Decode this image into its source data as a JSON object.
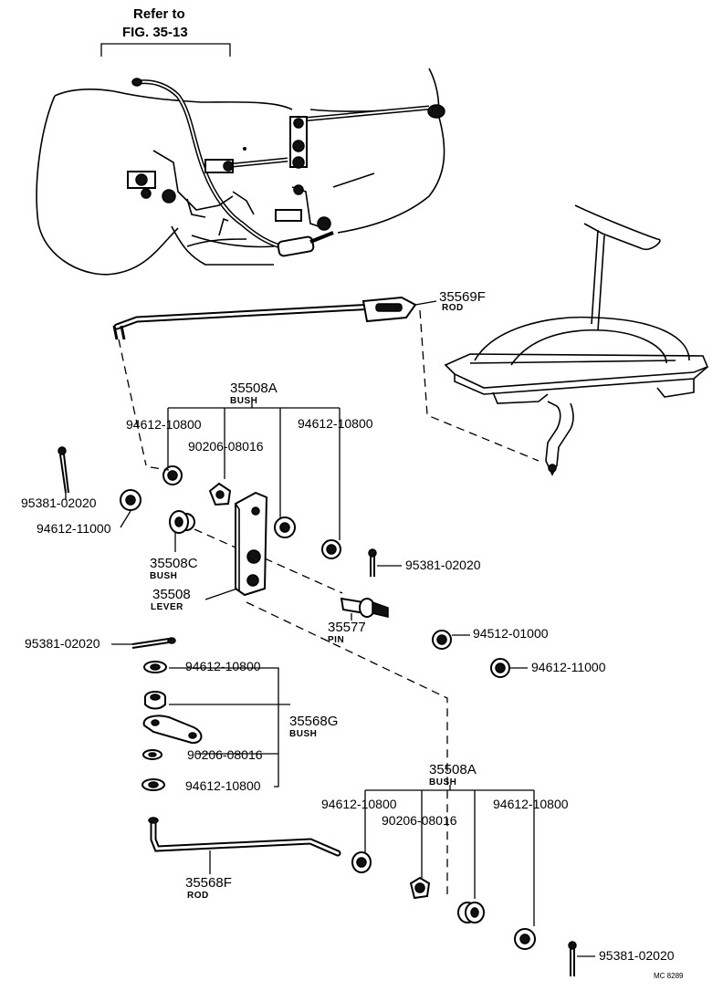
{
  "refer": {
    "line1": "Refer to",
    "line2": "FIG. 35-13"
  },
  "labels": {
    "rod_upper_num": "35569F",
    "rod_upper_sub": "ROD",
    "bush_a1_num": "35508A",
    "bush_a1_sub": "BUSH",
    "p94612_10800_a": "94612-10800",
    "p90206_08016_a": "90206-08016",
    "p94612_10800_b": "94612-10800",
    "p95381_02020_a": "95381-02020",
    "p94612_11000_a": "94612-11000",
    "bush_c_num": "35508C",
    "bush_c_sub": "BUSH",
    "lever_num": "35508",
    "lever_sub": "LEVER",
    "p95381_02020_b": "95381-02020",
    "pin_num": "35577",
    "pin_sub": "PIN",
    "p94512_01000": "94512-01000",
    "p94612_11000_b": "94612-11000",
    "p95381_02020_c": "95381-02020",
    "p94612_10800_c": "94612-10800",
    "bush_g_num": "35568G",
    "bush_g_sub": "BUSH",
    "p90206_08016_b": "90206-08016",
    "p94612_10800_d": "94612-10800",
    "bush_a2_num": "35508A",
    "bush_a2_sub": "BUSH",
    "p94612_10800_e": "94612-10800",
    "p90206_08016_c": "90206-08016",
    "p94612_10800_f": "94612-10800",
    "rod_lower_num": "35568F",
    "rod_lower_sub": "ROD",
    "p95381_02020_d": "95381-02020",
    "figure_code": "MC 8289"
  }
}
